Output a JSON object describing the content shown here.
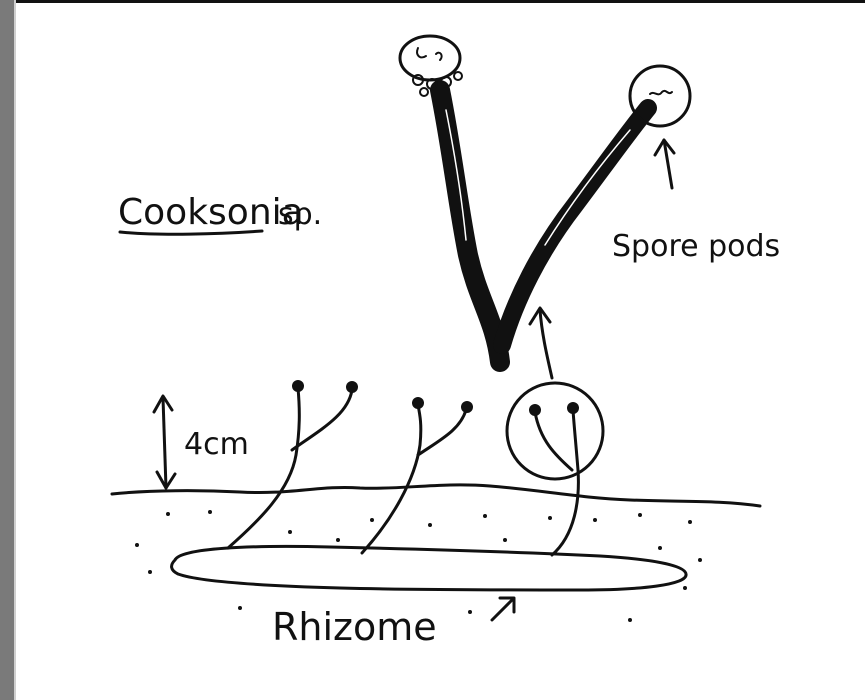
{
  "diagram": {
    "title": "Cooksonia",
    "title_suffix": "sp.",
    "labels": {
      "spore_pods": "Spore pods",
      "height": "4cm",
      "rhizome": "Rhizome"
    }
  },
  "colors": {
    "ink": "#111111",
    "paper": "#ffffff",
    "frame_gray": "#7a7a7a"
  }
}
